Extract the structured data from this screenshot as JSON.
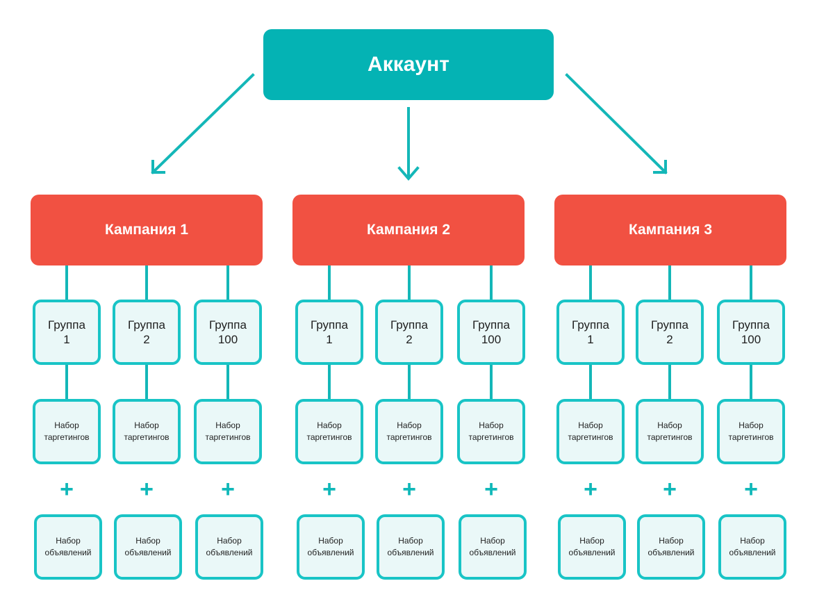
{
  "account": {
    "label": "Аккаунт"
  },
  "campaigns": [
    {
      "label": "Кампания 1",
      "groups": [
        {
          "word": "Группа",
          "number": "1"
        },
        {
          "word": "Группа",
          "number": "2"
        },
        {
          "word": "Группа",
          "number": "100"
        }
      ]
    },
    {
      "label": "Кампания 2",
      "groups": [
        {
          "word": "Группа",
          "number": "1"
        },
        {
          "word": "Группа",
          "number": "2"
        },
        {
          "word": "Группа",
          "number": "100"
        }
      ]
    },
    {
      "label": "Кампания 3",
      "groups": [
        {
          "word": "Группа",
          "number": "1"
        },
        {
          "word": "Группа",
          "number": "2"
        },
        {
          "word": "Группа",
          "number": "100"
        }
      ]
    }
  ],
  "targeting_set": {
    "line1": "Набор",
    "line2": "таргетингов"
  },
  "ads_set": {
    "line1": "Набор",
    "line2": "объявлений"
  },
  "plus_symbol": "+",
  "colors": {
    "account": "#04b3b4",
    "campaign": "#f15142",
    "connector": "#14b7b8",
    "box_border": "#19c4c6",
    "box_fill": "#eaf8f8"
  }
}
